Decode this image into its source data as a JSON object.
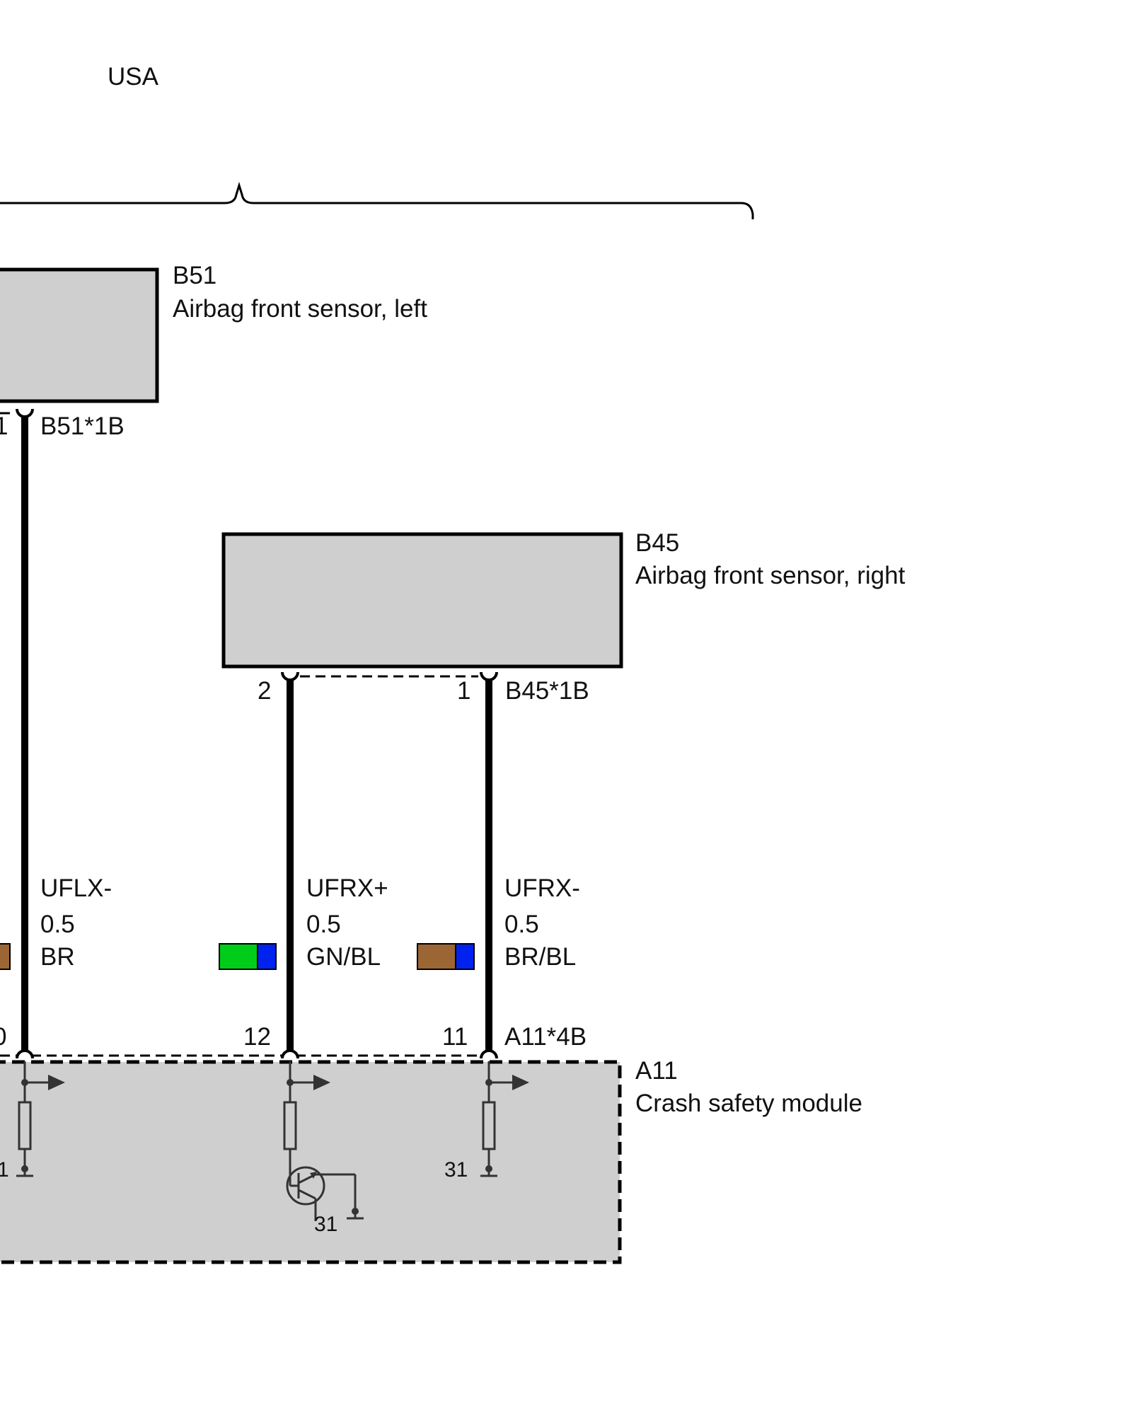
{
  "region_label": "USA",
  "components": {
    "b51": {
      "id": "B51",
      "name": "Airbag front sensor, left",
      "connector": "B51*1B",
      "pin_left_partial": "1"
    },
    "b45": {
      "id": "B45",
      "name": "Airbag front sensor, right",
      "connector": "B45*1B",
      "pins": [
        "2",
        "1"
      ]
    },
    "a11": {
      "id": "A11",
      "name": "Crash safety module",
      "connector": "A11*4B",
      "pins": [
        "0",
        "12",
        "11"
      ],
      "grounds": [
        "1",
        "31",
        "31"
      ]
    }
  },
  "wires": [
    {
      "signal": "UFLX-",
      "gauge": "0.5",
      "color": "BR",
      "colors_hex": [
        "#9c6534"
      ]
    },
    {
      "signal": "UFRX+",
      "gauge": "0.5",
      "color": "GN/BL",
      "colors_hex": [
        "#00cc1a",
        "#0022ee"
      ]
    },
    {
      "signal": "UFRX-",
      "gauge": "0.5",
      "color": "BR/BL",
      "colors_hex": [
        "#9c6534",
        "#0022ee"
      ]
    }
  ]
}
